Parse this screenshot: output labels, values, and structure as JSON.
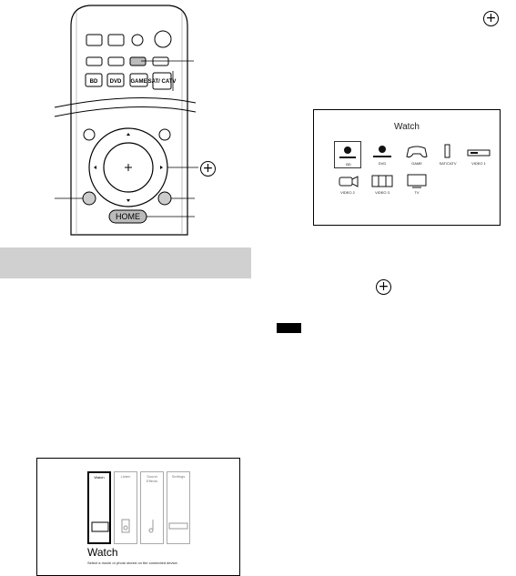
{
  "remote": {
    "input_buttons": [
      "BD",
      "DVD",
      "GAME",
      "SAT/ CATV"
    ],
    "home_label": "HOME"
  },
  "watch_screen": {
    "title": "Watch",
    "devices": [
      "BD",
      "DVD",
      "GAME",
      "SAT/CATV",
      "VIDEO 1",
      "VIDEO 2",
      "VIDEO 3",
      "TV"
    ]
  },
  "home_screen": {
    "categories": [
      "Watch",
      "Listen",
      "Sound Effects",
      "Settings"
    ],
    "selected_title": "Watch",
    "description": "Select a movie or photo stored on the connected device."
  }
}
